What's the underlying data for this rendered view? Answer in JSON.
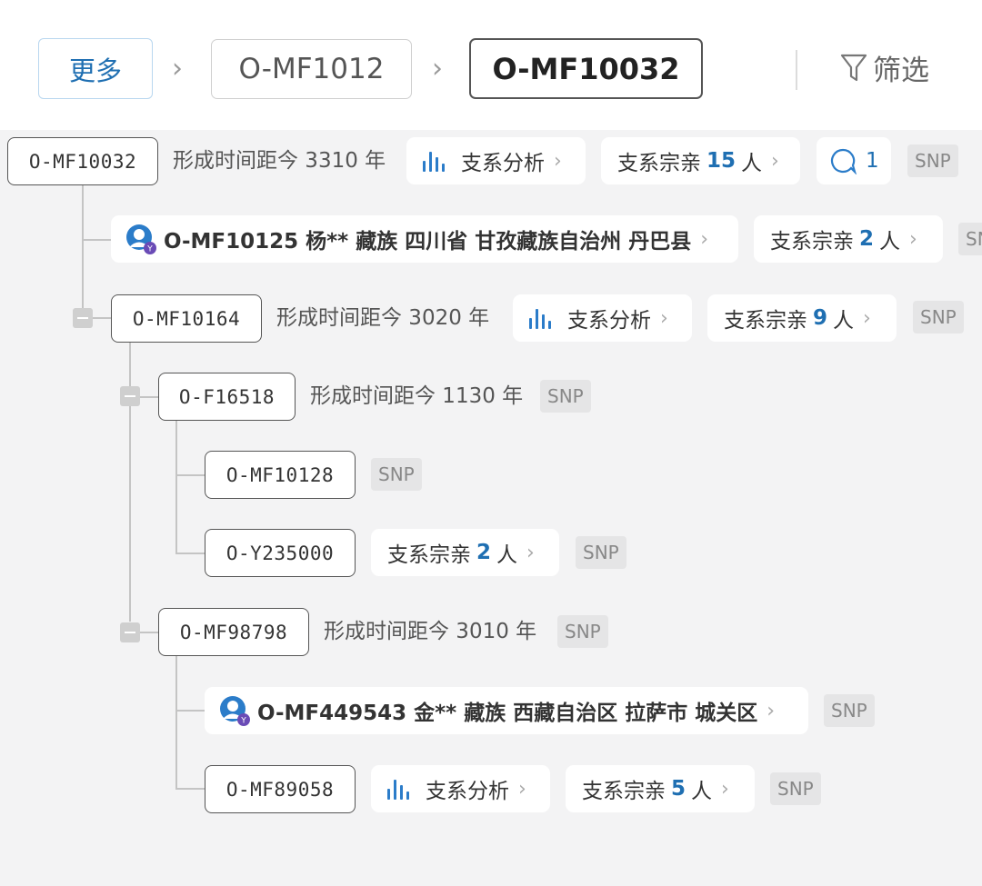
{
  "breadcrumb": {
    "more": "更多",
    "parent": "O-MF1012",
    "current": "O-MF10032"
  },
  "filter": {
    "label": "筛选"
  },
  "labels": {
    "analysis": "支系分析",
    "relatives_prefix": "支系宗亲",
    "relatives_suffix": "人",
    "snp": "SNP"
  },
  "tree": {
    "root": {
      "id": "O-MF10032",
      "age": "形成时间距今 3310 年",
      "relatives_count": "15",
      "comments": "1"
    },
    "person1": {
      "text": "O-MF10125 杨** 藏族 四川省 甘孜藏族自治州 丹巴县",
      "relatives_count": "2"
    },
    "n2": {
      "id": "O-MF10164",
      "age": "形成时间距今 3020 年",
      "relatives_count": "9"
    },
    "n3": {
      "id": "O-F16518",
      "age": "形成时间距今 1130 年"
    },
    "n4": {
      "id": "O-MF10128"
    },
    "n5": {
      "id": "O-Y235000",
      "relatives_count": "2"
    },
    "n6": {
      "id": "O-MF98798",
      "age": "形成时间距今 3010 年"
    },
    "person2": {
      "text": "O-MF449543 金** 藏族 西藏自治区 拉萨市 城关区"
    },
    "n7": {
      "id": "O-MF89058",
      "relatives_count": "5"
    }
  },
  "colors": {
    "accent": "#1f6fb2",
    "bars": "#2b7cc9",
    "snp_bg": "#e5e5e6"
  },
  "icons": [
    "chevron-right-icon",
    "filter-icon",
    "bar-chart-icon",
    "comment-icon",
    "user-avatar-icon",
    "minus-icon"
  ]
}
